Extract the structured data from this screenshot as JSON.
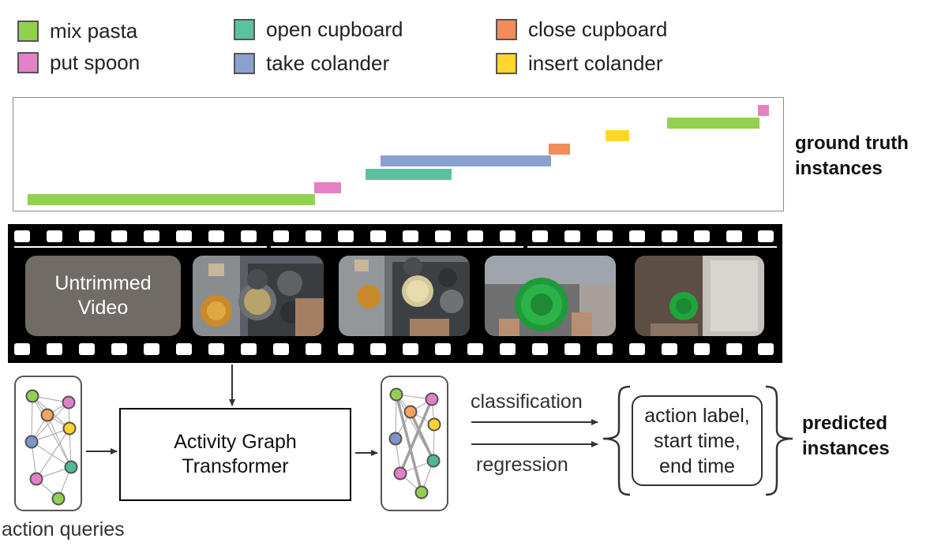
{
  "legend": [
    {
      "label": "mix pasta",
      "color": "#92d050"
    },
    {
      "label": "put spoon",
      "color": "#e481c6"
    },
    {
      "label": "open cupboard",
      "color": "#5ac2a0"
    },
    {
      "label": "take colander",
      "color": "#8aa0cf"
    },
    {
      "label": "close cupboard",
      "color": "#f58a5b"
    },
    {
      "label": "insert colander",
      "color": "#ffd72c"
    }
  ],
  "ground_truth_label": [
    "ground truth",
    "instances"
  ],
  "video_label": [
    "Untrimmed",
    "Video"
  ],
  "transformer_label": [
    "Activity Graph",
    "Transformer"
  ],
  "action_queries_label": "action queries",
  "classification_label": "classification",
  "regression_label": "regression",
  "output_lines": [
    "action label,",
    "start time,",
    "end time"
  ],
  "predicted_label": [
    "predicted",
    "instances"
  ],
  "node_colors": {
    "green": "#92d050",
    "pink": "#e481c6",
    "orange": "#f7a25e",
    "yellow": "#ffd22e",
    "blue": "#7f93cf",
    "teal": "#4fb898"
  }
}
